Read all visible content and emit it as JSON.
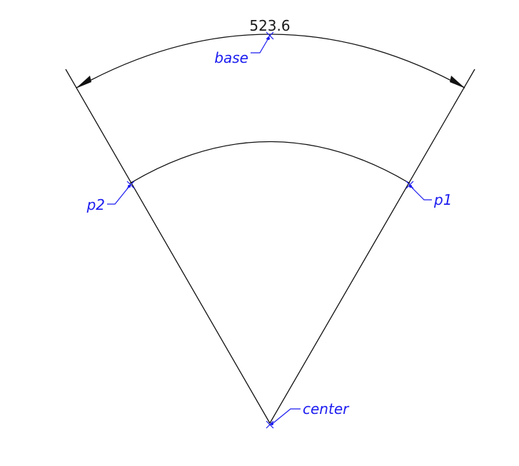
{
  "dimension": {
    "value": "523.6"
  },
  "points": {
    "base": "base",
    "p1": "p1",
    "p2": "p2",
    "center": "center"
  },
  "colors": {
    "line": "#111111",
    "annotation": "#1c1cf0",
    "background": "#ffffff"
  }
}
